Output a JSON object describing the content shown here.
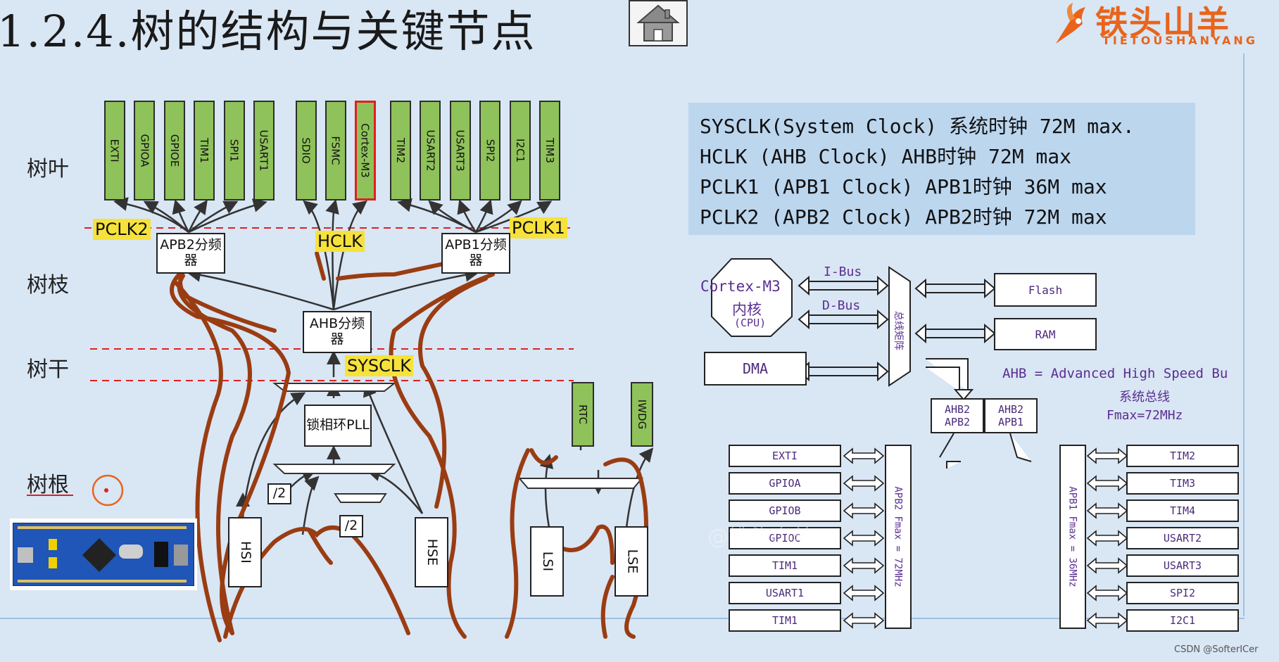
{
  "title": "1.2.4.树的结构与关键节点",
  "logo": {
    "main": "铁头山羊",
    "sub": "TIETOUSHANYANG"
  },
  "row_labels": {
    "leaf": "树叶",
    "branch": "树枝",
    "trunk": "树干",
    "root": "树根"
  },
  "leaves_apb2": [
    "EXTI",
    "GPIOA",
    "GPIOE",
    "TIM1",
    "SPI1",
    "USART1"
  ],
  "leaves_ahb": [
    "SDIO",
    "FSMC",
    "Cortex-M3"
  ],
  "leaves_apb1": [
    "TIM2",
    "USART2",
    "USART3",
    "SPI2",
    "I2C1",
    "TIM3"
  ],
  "tags": {
    "pclk2": "PCLK2",
    "hclk": "HCLK",
    "pclk1": "PCLK1",
    "sysclk": "SYSCLK"
  },
  "tree_boxes": {
    "apb2_div": "APB2分频器",
    "apb1_div": "APB1分频器",
    "ahb_div": "AHB分频器",
    "pll": "锁相环PLL",
    "div2a": "/2",
    "div2b": "/2",
    "hsi": "HSI",
    "hse": "HSE",
    "lsi": "LSI",
    "lse": "LSE",
    "rtc": "RTC",
    "iwdg": "IWDG"
  },
  "clock_table": [
    "SYSCLK(System Clock) 系统时钟 72M max.",
    "HCLK   (AHB Clock)    AHB时钟  72M max",
    "PCLK1  (APB1 Clock)   APB1时钟 36M max",
    "PCLK2  (APB2 Clock)   APB2时钟 72M max"
  ],
  "bus": {
    "core_line1": "Cortex-M3",
    "core_line2": "内核",
    "core_line3": "(CPU)",
    "ibus": "I-Bus",
    "dbus": "D-Bus",
    "matrix": "总线矩阵",
    "flash": "Flash",
    "ram": "RAM",
    "dma": "DMA",
    "ahb_desc1": "AHB = Advanced High Speed Bu",
    "ahb_desc2": "系统总线",
    "ahb_desc3": "Fmax=72MHz",
    "bridge2_l1": "AHB2",
    "bridge2_l2": "APB2",
    "bridge1_l1": "AHB2",
    "bridge1_l2": "APB1",
    "apb2_bus": "APB2 Fmax = 72MHz",
    "apb1_bus": "APB1 Fmax = 36MHz",
    "apb2_periph": [
      "EXTI",
      "GPIOA",
      "GPIOB",
      "GPIOC",
      "TIM1",
      "USART1",
      "TIM1"
    ],
    "apb1_periph": [
      "TIM2",
      "TIM3",
      "TIM4",
      "USART2",
      "USART3",
      "SPI2",
      "I2C1"
    ]
  },
  "watermark": "CSDN @SofterICer",
  "faint_watermark": "@铁头山羊"
}
